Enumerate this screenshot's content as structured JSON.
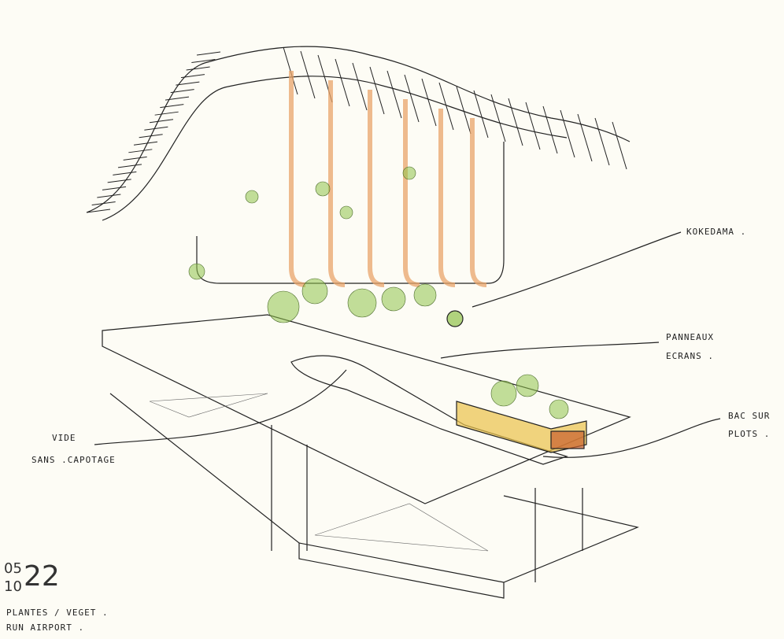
{
  "annotations": {
    "kokedama": "KOKEDAMA .",
    "panneaux_line1": "PANNEAUX",
    "panneaux_line2": "ECRANS .",
    "bac_line1": "BAC SUR",
    "bac_line2": "PLOTS .",
    "vide_line1": "VIDE",
    "vide_line2": "SANS .CAPOTAGE"
  },
  "title_block": {
    "date_top": "05",
    "date_bottom": "10",
    "year": "22",
    "subject": "PLANTES / VEGET .",
    "project": "RUN AIRPORT ."
  },
  "colors": {
    "paper": "#fdfcf5",
    "ink": "#222222",
    "timber": "#e8a46a",
    "foliage": "#8fc24a",
    "planter": "#e9c24a"
  }
}
